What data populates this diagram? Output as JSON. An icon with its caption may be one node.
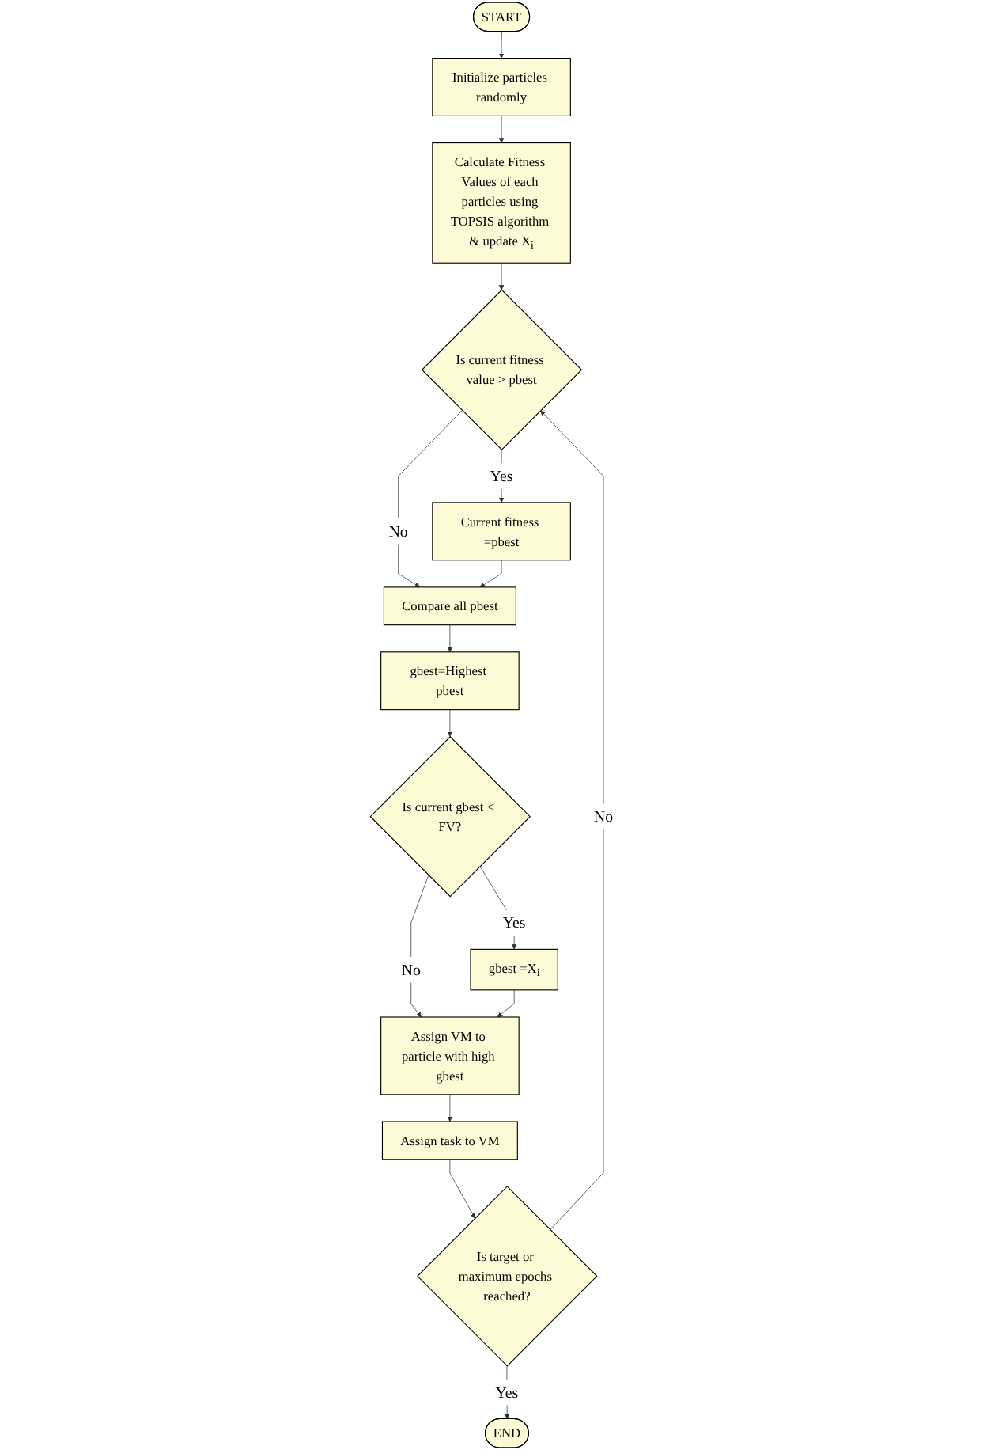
{
  "diagram": {
    "nodes": [
      {
        "text": [
          "START"
        ]
      },
      {
        "text": [
          "Initialize particles randomly"
        ]
      },
      {
        "text": [
          "Calculate Fitness Values of each particles using TOPSIS algorithm & update X$_{i}$"
        ]
      },
      {
        "text": [
          "Is current fitness value > pbest"
        ]
      },
      {
        "text": [
          "Current fitness =pbest"
        ]
      },
      {
        "text": [
          "Compare all pbest"
        ]
      },
      {
        "text": [
          "gbest=Highest pbest"
        ]
      },
      {
        "text": [
          "Is current gbest < FV?"
        ]
      },
      {
        "text": [
          "gbest =X$_{i}$"
        ]
      },
      {
        "text": [
          "Assign VM to particle with high gbest"
        ]
      },
      {
        "text": [
          "Assign task to VM"
        ]
      },
      {
        "text": [
          "Is target or maximum epochs reached?"
        ]
      },
      {
        "text": [
          "END"
        ]
      }
    ],
    "edges": [
      {
        "from": 0,
        "to": 1,
        "arrow": "to"
      },
      {
        "from": 1,
        "to": 2,
        "arrow": "to"
      },
      {
        "from": 2,
        "to": 3,
        "arrow": "to"
      },
      {
        "from": 3,
        "to": 4,
        "arrow": "to",
        "label": "Yes"
      },
      {
        "from": 3,
        "to": 5,
        "arrow": "to",
        "label": "No"
      },
      {
        "from": 4,
        "to": 5,
        "arrow": "to"
      },
      {
        "from": 5,
        "to": 6,
        "arrow": "to"
      },
      {
        "from": 6,
        "to": 7,
        "arrow": "to"
      },
      {
        "from": 7,
        "to": 8,
        "arrow": "to",
        "label": "Yes"
      },
      {
        "from": 7,
        "to": 9,
        "arrow": "to",
        "label": "No"
      },
      {
        "from": 8,
        "to": 9,
        "arrow": "to"
      },
      {
        "from": 9,
        "to": 10,
        "arrow": "to"
      },
      {
        "from": 10,
        "to": 11,
        "arrow": "to"
      },
      {
        "from": 11,
        "to": 12,
        "arrow": "to",
        "label": "Yes"
      },
      {
        "from": 11,
        "to": 3,
        "arrow": "to",
        "label": "No"
      }
    ]
  }
}
